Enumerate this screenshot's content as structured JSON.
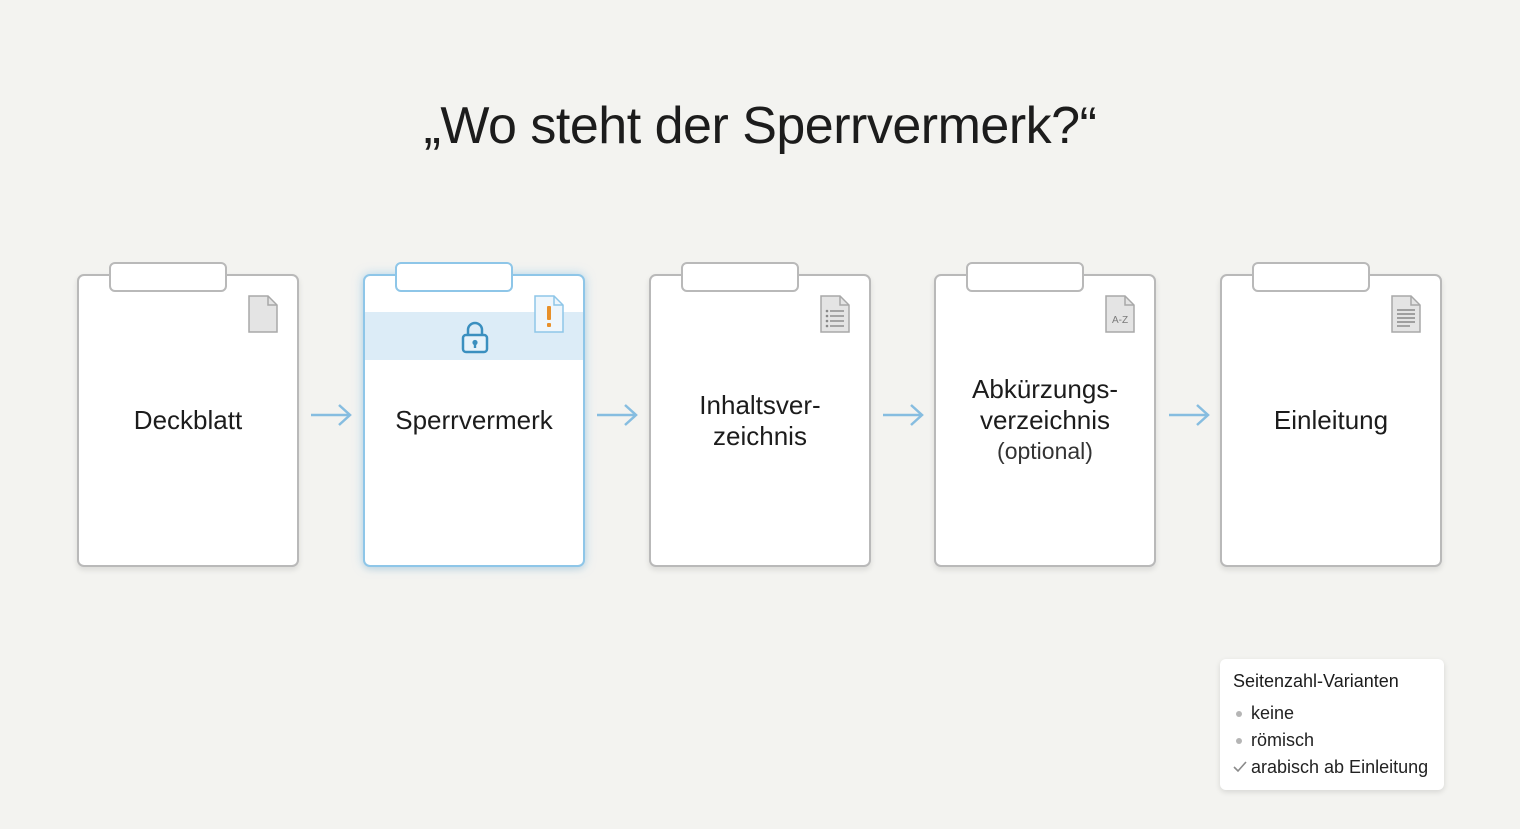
{
  "title": "„Wo steht der Sperrvermerk?“",
  "steps": [
    {
      "label": "Deckblatt",
      "icon": "blank-document-icon"
    },
    {
      "label": "Sperrvermerk",
      "icon": "warning-document-icon",
      "highlight_icon": "lock-icon"
    },
    {
      "label": "Inhaltsver-\nzeichnis",
      "icon": "list-document-icon"
    },
    {
      "label": "Abkürzungs-\nverzeichnis",
      "sub": "(optional)",
      "icon": "az-document-icon",
      "icon_text": "A-Z"
    },
    {
      "label": "Einleitung",
      "icon": "text-document-icon"
    }
  ],
  "legend": {
    "title": "Seitenzahl-Varianten",
    "items": [
      {
        "label": "keine",
        "marker": "bullet"
      },
      {
        "label": "römisch",
        "marker": "bullet"
      },
      {
        "label": "arabisch ab Einleitung",
        "marker": "check"
      }
    ]
  },
  "colors": {
    "highlight": "#8ec6e8",
    "highlight_band": "#dcecf7",
    "lock": "#3a8fbf",
    "warning": "#e8902a",
    "arrow": "#86bde0"
  }
}
